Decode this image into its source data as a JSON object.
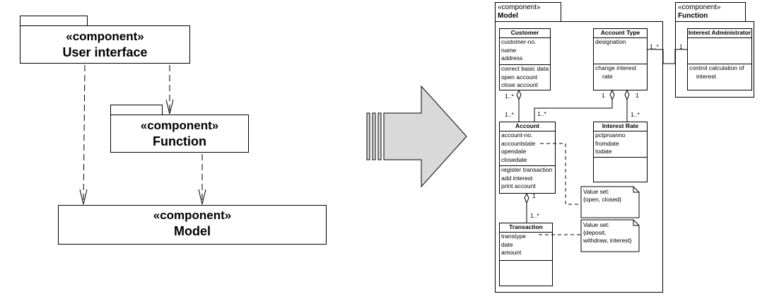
{
  "left": {
    "user_interface": {
      "stereotype": "«component»",
      "name": "User interface"
    },
    "function": {
      "stereotype": "«component»",
      "name": "Function"
    },
    "model": {
      "stereotype": "«component»",
      "name": "Model"
    }
  },
  "model_package": {
    "stereotype": "«component»",
    "name": "Model"
  },
  "function_package": {
    "stereotype": "«component»",
    "name": "Function"
  },
  "classes": {
    "customer": {
      "name": "Customer",
      "attributes": [
        "customer-no.",
        "name",
        "address"
      ],
      "operations": [
        "correct basic data",
        "open account",
        "close account"
      ]
    },
    "account_type": {
      "name": "Account Type",
      "attributes": [
        "designation"
      ],
      "operations": [
        "change interest",
        "rate"
      ]
    },
    "account": {
      "name": "Account",
      "attributes": [
        "account-no.",
        "accountstate",
        "opendate",
        "closedate"
      ],
      "operations": [
        "register transaction",
        "add interest",
        "print account"
      ]
    },
    "interest_rate": {
      "name": "Interest Rate",
      "attributes": [
        "pctproanno",
        "fromdate",
        "todate"
      ]
    },
    "transaction": {
      "name": "Transaction",
      "attributes": [
        "transtype",
        "date",
        "amount"
      ]
    },
    "interest_admin": {
      "name": "Interest Administrator",
      "operations": [
        "control calculation of",
        "interest"
      ]
    }
  },
  "multiplicities": {
    "cust_acc_top": "1..*",
    "cust_acc_bottom": "1..*",
    "type_acc": "1..*",
    "type_at": "1",
    "type_rate_1": "1",
    "rate_many": "1..*",
    "acc_trans_top": "1",
    "acc_trans_bottom": "1..*",
    "type_admin_left": "1..*",
    "type_admin_right": "1"
  },
  "notes": {
    "note1": [
      "Value set:",
      "{open, closed}"
    ],
    "note2": [
      "Value set:",
      "{deposit,",
      "withdraw, interest}"
    ]
  },
  "colors": {
    "arrow_fill": "#d9d9d9",
    "line": "#000000"
  }
}
